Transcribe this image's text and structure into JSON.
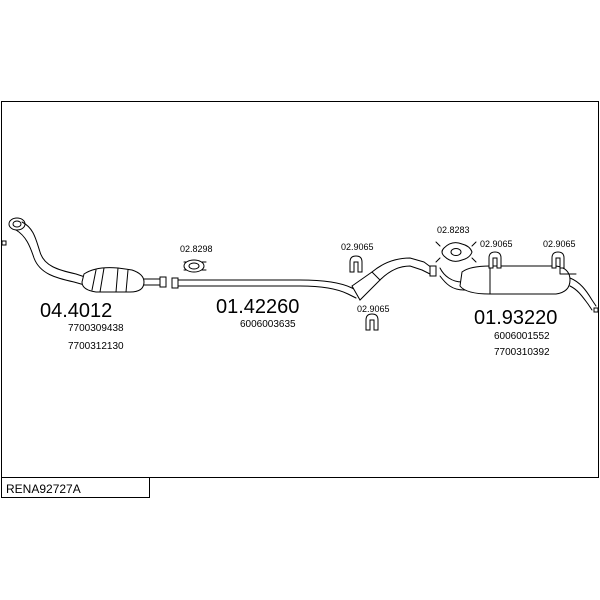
{
  "code_box": {
    "text": "RENA92727A"
  },
  "sections": [
    {
      "number": "04.4012",
      "refs": [
        "7700309438",
        "7700312130"
      ]
    },
    {
      "number": "01.42260",
      "refs": [
        "6006003635"
      ]
    },
    {
      "number": "01.93220",
      "refs": [
        "6006001552",
        "7700310392"
      ]
    }
  ],
  "accessories": [
    {
      "part": "02.8298"
    },
    {
      "part": "02.9065"
    },
    {
      "part": "02.9065"
    },
    {
      "part": "02.8283"
    },
    {
      "part": "02.9065"
    },
    {
      "part": "02.9065"
    }
  ]
}
